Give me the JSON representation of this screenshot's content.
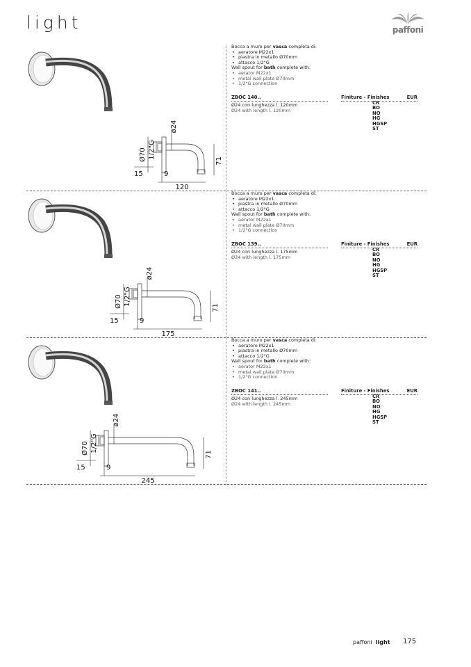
{
  "header": {
    "title": "light",
    "brand_logo_text": "paffoni"
  },
  "common": {
    "it_intro_pre": "Bocca a muro per ",
    "it_intro_bold": "vasca",
    "it_intro_post": " completa di:",
    "it_items": [
      "aeratore M22x1",
      "piastra in metallo Ø70mm",
      "attacco 1/2\"G"
    ],
    "en_intro_pre": "Wall spout for ",
    "en_intro_bold": "bath",
    "en_intro_post": " complete with:",
    "en_items": [
      "aerator M22x1",
      "metal wall plate Ø70mm",
      "1/2\"G connection"
    ],
    "finishes_header": "Finiture - Finishes",
    "currency": "EUR",
    "finishes": [
      "CR",
      "BO",
      "NO",
      "HG",
      "HGSP",
      "ST"
    ]
  },
  "products": [
    {
      "code": "ZBOC 140..",
      "it_length": "Ø24 con lunghezza l. 120mm",
      "en_length": "Ø24 with length l. 120mm",
      "dims": {
        "plate": "Ø70",
        "thread": "1/2\"G",
        "pipe": "ø24",
        "depth": "15",
        "gap": "9",
        "length": "120",
        "height": "71"
      }
    },
    {
      "code": "ZBOC 139..",
      "it_length": "Ø24 con lunghezza l. 175mm",
      "en_length": "Ø24 with length l. 175mm",
      "dims": {
        "plate": "Ø70",
        "thread": "1/2\"G",
        "pipe": "ø24",
        "depth": "15",
        "gap": "9",
        "length": "175",
        "height": "71"
      }
    },
    {
      "code": "ZBOC 141..",
      "it_length": "Ø24 con lunghezza l. 245mm",
      "en_length": "Ø24 with length l. 245mm",
      "dims": {
        "plate": "Ø70",
        "thread": "1/2\"G",
        "pipe": "ø24",
        "depth": "15",
        "gap": "9",
        "length": "245",
        "height": "71"
      }
    }
  ],
  "footer": {
    "brand": "paffoni",
    "series": "light",
    "page": "175"
  }
}
